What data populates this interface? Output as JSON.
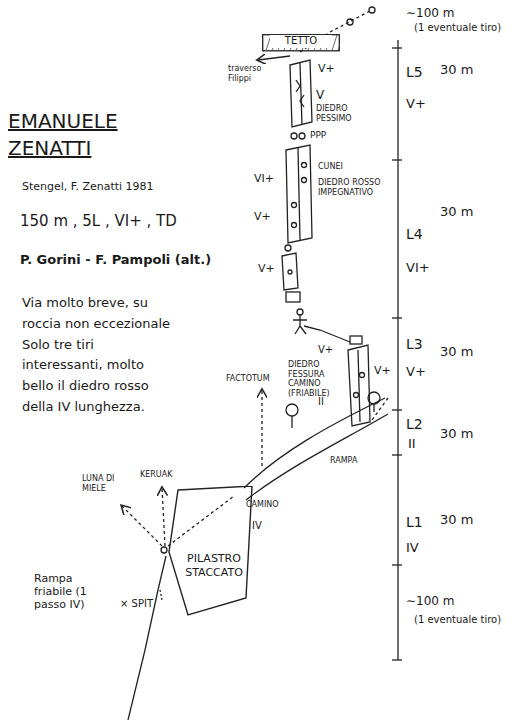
{
  "diagram": {
    "title": "EMANUELE ZENATTI",
    "nodes": [
      {
        "text": [
          "TETTO"
        ]
      },
      {
        "text": [
          "PILASTRO STACCATO"
        ]
      }
    ],
    "labels": [
      "Stengel, F. Zenatti 1981",
      "150 m , 5L , VI+ , TD",
      "P. Gorini - F. Pampoli (alt.)",
      "Via molto breve, su roccia non eccezionale Solo tre tiri interessanti, molto bello il diedro rosso della IV lunghezza.",
      "∼100 m",
      "(1 eventuale tiro)",
      "L5",
      "30 m",
      "V+",
      "L4",
      "30 m",
      "VI+",
      "L3",
      "30 m",
      "V+",
      "L2",
      "30 m",
      "II",
      "L1",
      "30 m",
      "IV",
      "∼100 m",
      "(1 eventuale tiro)",
      "traverso Filippi",
      "V+",
      "V",
      "DIEDRO PESSIMO",
      "PPP",
      "VI+",
      "CUNEI",
      "DIEDRO ROSSO IMPEGNATIVO",
      "V+",
      "V+",
      "V+",
      "DIEDRO FESSURA CAMINO (FRIABILE)",
      "V+",
      "FACTOTUM",
      "II",
      "RAMPA",
      "CAMINO",
      "IV",
      "LUNA DI MIELE",
      "KERUAK",
      "Rampa friabile (1 passo IV)",
      "× SPIT"
    ]
  }
}
